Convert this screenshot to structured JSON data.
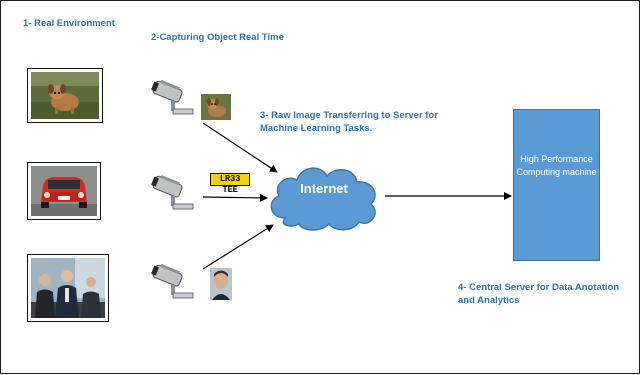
{
  "labels": {
    "step1": "1- Real Environment",
    "step2": "2-Capturing Object Real Time",
    "step3": "3- Raw Image Transferring to Server for Machine Learning Tasks.",
    "step4": "4- Central Server for Data Anotation and Analytics"
  },
  "cloud": {
    "label": "Internet",
    "fill": "#5b9bd5",
    "stroke": "#41719c"
  },
  "server": {
    "label": "High Performance Computing machine",
    "fill": "#5b9bd5"
  },
  "plate": {
    "text": "LR33 TEE",
    "color": "#f7cf0c"
  },
  "icons": [
    "cctv-camera-icon",
    "dog-photo",
    "car-photo",
    "people-photo",
    "dog-crop",
    "license-plate",
    "face-crop"
  ],
  "colors": {
    "label_blue": "#2e75b6",
    "arrow": "#000000"
  }
}
